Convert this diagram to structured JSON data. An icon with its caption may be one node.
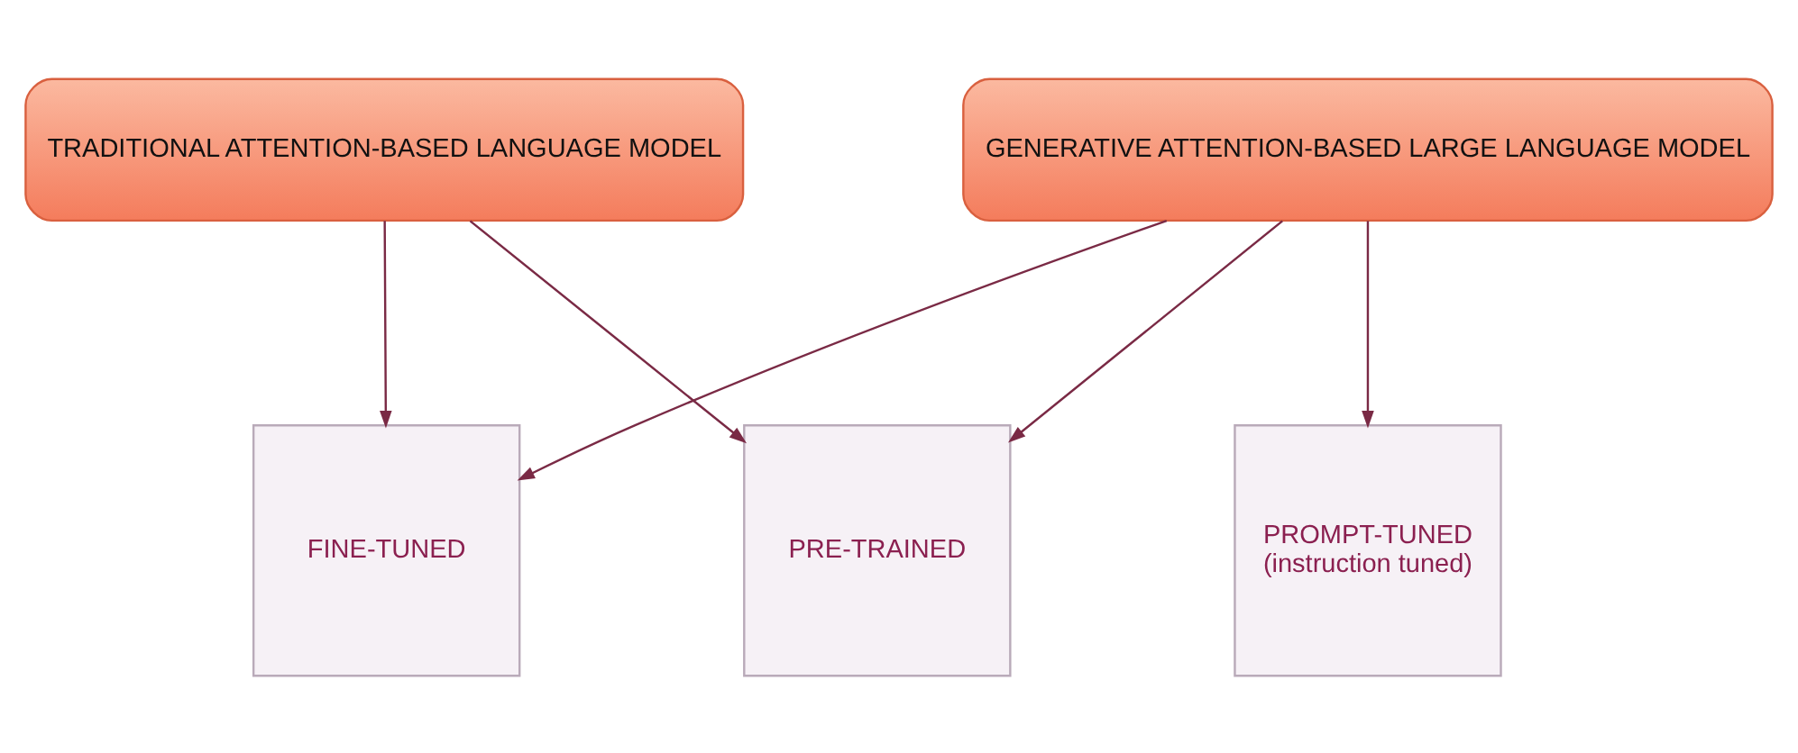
{
  "diagram": {
    "nodes": [
      {
        "text": [
          "TRADITIONAL ATTENTION-BASED LANGUAGE MODEL"
        ]
      },
      {
        "text": [
          "GENERATIVE ATTENTION-BASED LARGE LANGUAGE MODEL"
        ]
      },
      {
        "text": [
          "PRE-TRAINED"
        ]
      },
      {
        "text": [
          "FINE-TUNED"
        ]
      },
      {
        "text": [
          "PROMPT-TUNED",
          "(instruction tuned)"
        ]
      }
    ],
    "edges": [
      {
        "from": 0,
        "to": 2,
        "arrow": "to"
      },
      {
        "from": 0,
        "to": 3,
        "arrow": "to"
      },
      {
        "from": 1,
        "to": 2,
        "arrow": "to"
      },
      {
        "from": 1,
        "to": 3,
        "arrow": "to"
      },
      {
        "from": 1,
        "to": 4,
        "arrow": "to"
      }
    ]
  }
}
